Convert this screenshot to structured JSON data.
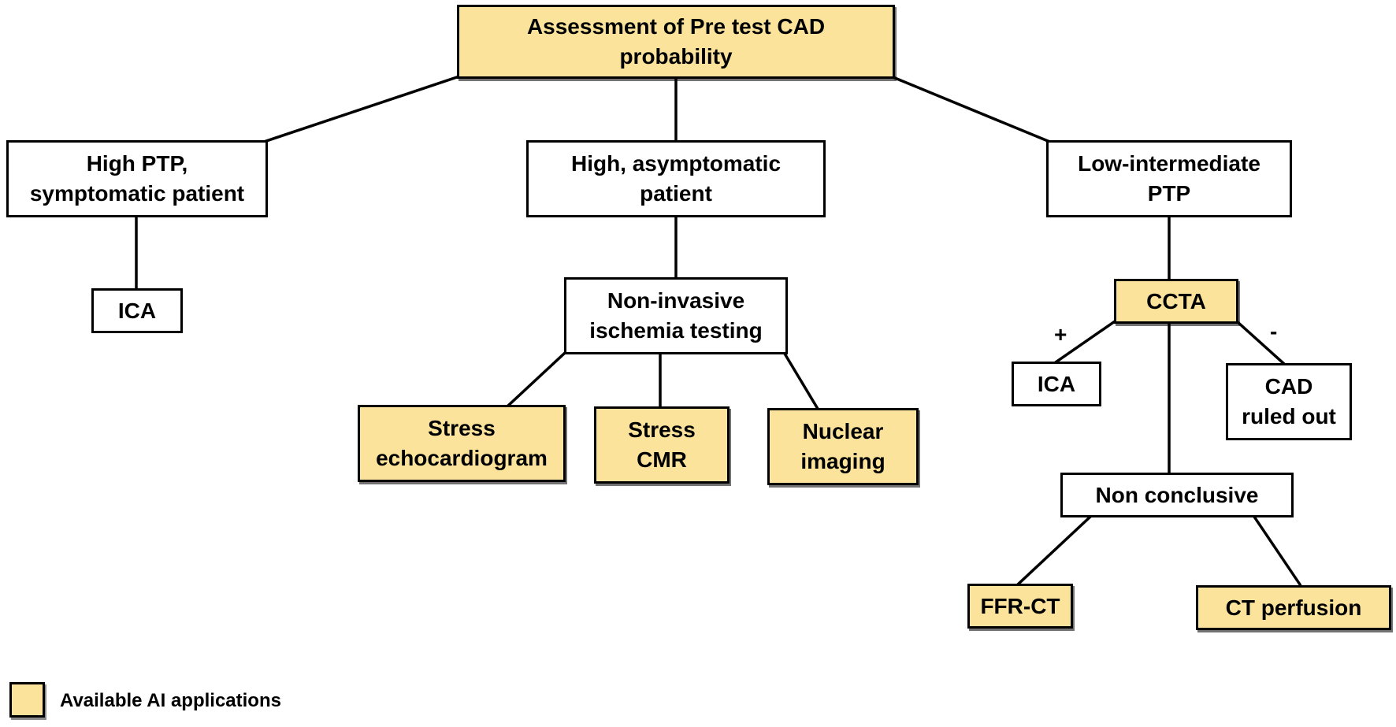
{
  "colors": {
    "ai_fill": "#fbe39c",
    "default_fill": "#ffffff",
    "stroke": "#000000"
  },
  "nodes": {
    "root": {
      "text": "Assessment of Pre test CAD\nprobability",
      "ai": true
    },
    "high_ptp": {
      "text": "High PTP,\nsymptomatic patient",
      "ai": false
    },
    "high_asym": {
      "text": "High, asymptomatic\npatient",
      "ai": false
    },
    "low_int": {
      "text": "Low-intermediate\nPTP",
      "ai": false
    },
    "ica_left": {
      "text": "ICA",
      "ai": false
    },
    "noninvasive": {
      "text": "Non-invasive\nischemia testing",
      "ai": false
    },
    "stress_echo": {
      "text": "Stress\nechocardiogram",
      "ai": true
    },
    "stress_cmr": {
      "text": "Stress\nCMR",
      "ai": true
    },
    "nuclear": {
      "text": "Nuclear\nimaging",
      "ai": true
    },
    "ccta": {
      "text": "CCTA",
      "ai": true
    },
    "ica_right": {
      "text": "ICA",
      "ai": false
    },
    "cad_ruled_out": {
      "text": "CAD\nruled out",
      "ai": false
    },
    "non_conclusive": {
      "text": "Non conclusive",
      "ai": false
    },
    "ffr_ct": {
      "text": "FFR-CT",
      "ai": true
    },
    "ct_perfusion": {
      "text": "CT perfusion",
      "ai": true
    }
  },
  "edge_labels": {
    "positive": "+",
    "negative": "-"
  },
  "legend": {
    "label": "Available AI applications"
  }
}
